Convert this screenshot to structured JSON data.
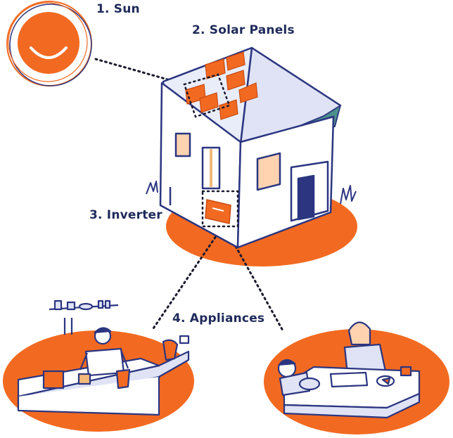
{
  "labels": {
    "sun": "1. Sun",
    "panels": "2. Solar Panels",
    "inverter": "3. Inverter",
    "appliances": "4. Appliances"
  },
  "colors": {
    "navy": "#2b3580",
    "orange": "#f26a21",
    "light_orange": "#ffd3b0",
    "label": "#1f2a5a",
    "teal": "#4d8f8c"
  },
  "icons": {
    "sun": "smiling-sun-icon",
    "house": "house-illustration",
    "inverter": "inverter-box-icon",
    "kitchen": "kitchen-scene",
    "study": "family-table-scene"
  }
}
